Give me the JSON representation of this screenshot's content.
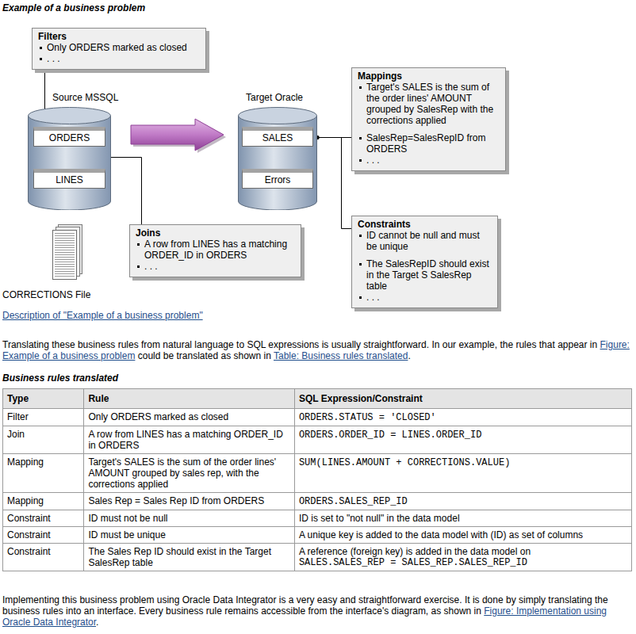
{
  "diagram": {
    "title": "Example of a business problem",
    "nodes": [
      {
        "text": [
          "Filters",
          "Only ORDERS marked as closed",
          ". . ."
        ]
      },
      {
        "text": [
          "Source MSSQL"
        ]
      },
      {
        "text": [
          "ORDERS"
        ],
        "in": 1
      },
      {
        "text": [
          "LINES"
        ],
        "in": 1
      },
      {
        "text": [
          "CORRECTIONS File"
        ]
      },
      {
        "text": [
          "Target Oracle"
        ]
      },
      {
        "text": [
          "SALES"
        ],
        "in": 5
      },
      {
        "text": [
          "Errors"
        ],
        "in": 5
      },
      {
        "text": [
          "Mappings",
          "Target's SALES is the sum of the order lines' AMOUNT grouped by SalesRep with the corrections applied",
          "SalesRep=SalesRepID from ORDERS",
          ". . ."
        ]
      },
      {
        "text": [
          "Joins",
          "A row from LINES has a matching ORDER_ID in ORDERS",
          ". . ."
        ]
      },
      {
        "text": [
          "Constraints",
          "ID cannot be null and must be unique",
          "The SalesRepID should exist in the Target S SalesRep table",
          ". . ."
        ]
      }
    ],
    "edges": [
      {
        "from": 0,
        "to": 1,
        "arrow": "none"
      },
      {
        "from": 1,
        "to": 5,
        "arrow": "to"
      },
      {
        "from": 1,
        "to": 9,
        "arrow": "none"
      },
      {
        "from": 6,
        "to": 8,
        "arrow": "none"
      },
      {
        "from": 6,
        "to": 10,
        "arrow": "none"
      }
    ],
    "labels": [
      "Description of \"Example of a business problem\"",
      "Translating these business rules from natural language to SQL expressions is usually straightforward. In our example, the rules that appear in",
      "Figure: Example of a business problem",
      "could be translated as shown in",
      "Table: Business rules translated",
      ".",
      "Business rules translated",
      "Type",
      "Rule",
      "SQL Expression/Constraint",
      "Filter",
      "Only ORDERS marked as closed",
      "ORDERS.STATUS = 'CLOSED'",
      "Join",
      "A row from LINES has a matching ORDER_ID in ORDERS",
      "ORDERS.ORDER_ID = LINES.ORDER_ID",
      "Mapping",
      "Target's SALES is the sum of the order lines' AMOUNT grouped by sales rep, with the corrections applied",
      "SUM(LINES.AMOUNT + CORRECTIONS.VALUE)",
      "Mapping",
      "Sales Rep = Sales Rep ID from ORDERS",
      "ORDERS.SALES_REP_ID",
      "Constraint",
      "ID must not be null",
      "ID is set to \"not null\" in the data model",
      "Constraint",
      "ID must be unique",
      "A unique key is added to the data model with (ID) as set of columns",
      "Constraint",
      "The Sales Rep ID should exist in the Target SalesRep table",
      "A reference (foreign key) is added in the data model on",
      "SALES.SALES_REP = SALES_REP.SALES_REP_ID",
      "Implementing this business problem using Oracle Data Integrator is a very easy and straightforward exercise. It is done by simply translating the business rules into an interface. Every business rule remains accessible from the interface's diagram, as shown in",
      "Figure: Implementation using Oracle Data Integrator",
      "."
    ]
  }
}
